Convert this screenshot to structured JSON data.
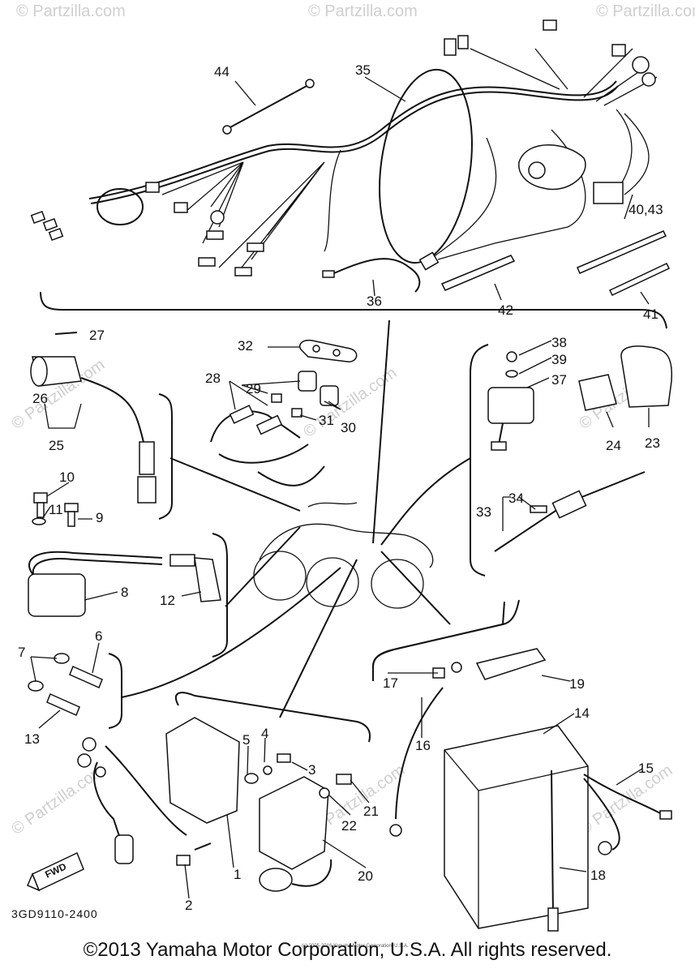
{
  "diagram": {
    "drawing_code": "3GD9110-2400",
    "fwd_label": "FWD",
    "watermark": "© Partzilla.com",
    "small_copyright": "(c) 2005-2016 Yamaha Motor Corporation, U.S.A.",
    "copyright": "©2013 Yamaha Motor Corporation, U.S.A. All rights reserved.",
    "callouts": [
      {
        "id": "c1",
        "text": "1"
      },
      {
        "id": "c2",
        "text": "2"
      },
      {
        "id": "c3",
        "text": "3"
      },
      {
        "id": "c4",
        "text": "4"
      },
      {
        "id": "c5",
        "text": "5"
      },
      {
        "id": "c6",
        "text": "6"
      },
      {
        "id": "c7",
        "text": "7"
      },
      {
        "id": "c8",
        "text": "8"
      },
      {
        "id": "c9",
        "text": "9"
      },
      {
        "id": "c10",
        "text": "10"
      },
      {
        "id": "c11",
        "text": "11"
      },
      {
        "id": "c12",
        "text": "12"
      },
      {
        "id": "c13",
        "text": "13"
      },
      {
        "id": "c14",
        "text": "14"
      },
      {
        "id": "c15",
        "text": "15"
      },
      {
        "id": "c16",
        "text": "16"
      },
      {
        "id": "c17",
        "text": "17"
      },
      {
        "id": "c18",
        "text": "18"
      },
      {
        "id": "c19",
        "text": "19"
      },
      {
        "id": "c20",
        "text": "20"
      },
      {
        "id": "c21",
        "text": "21"
      },
      {
        "id": "c22",
        "text": "22"
      },
      {
        "id": "c23",
        "text": "23"
      },
      {
        "id": "c24",
        "text": "24"
      },
      {
        "id": "c25",
        "text": "25"
      },
      {
        "id": "c26",
        "text": "26"
      },
      {
        "id": "c27",
        "text": "27"
      },
      {
        "id": "c28",
        "text": "28"
      },
      {
        "id": "c29",
        "text": "29"
      },
      {
        "id": "c30",
        "text": "30"
      },
      {
        "id": "c31",
        "text": "31"
      },
      {
        "id": "c32",
        "text": "32"
      },
      {
        "id": "c33",
        "text": "33"
      },
      {
        "id": "c34",
        "text": "34"
      },
      {
        "id": "c35",
        "text": "35"
      },
      {
        "id": "c36",
        "text": "36"
      },
      {
        "id": "c37",
        "text": "37"
      },
      {
        "id": "c38",
        "text": "38"
      },
      {
        "id": "c39",
        "text": "39"
      },
      {
        "id": "c4043",
        "text": "40,43"
      },
      {
        "id": "c41",
        "text": "41"
      },
      {
        "id": "c42",
        "text": "42"
      },
      {
        "id": "c44",
        "text": "44"
      }
    ]
  }
}
